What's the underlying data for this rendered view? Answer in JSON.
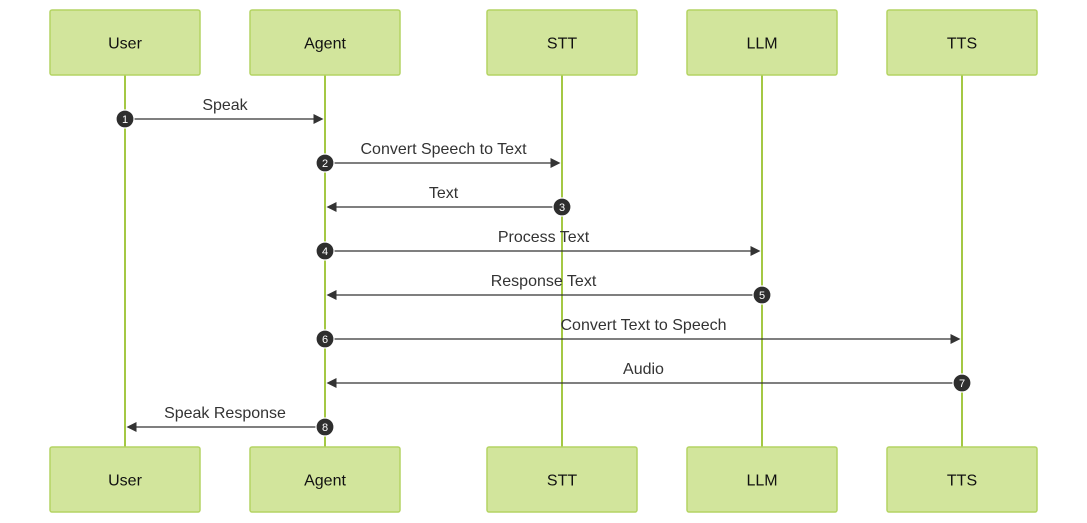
{
  "participants": [
    {
      "id": "user",
      "label": "User"
    },
    {
      "id": "agent",
      "label": "Agent"
    },
    {
      "id": "stt",
      "label": "STT"
    },
    {
      "id": "llm",
      "label": "LLM"
    },
    {
      "id": "tts",
      "label": "TTS"
    }
  ],
  "messages": [
    {
      "number": "1",
      "from": "user",
      "to": "agent",
      "label": "Speak"
    },
    {
      "number": "2",
      "from": "agent",
      "to": "stt",
      "label": "Convert Speech to Text"
    },
    {
      "number": "3",
      "from": "stt",
      "to": "agent",
      "label": "Text"
    },
    {
      "number": "4",
      "from": "agent",
      "to": "llm",
      "label": "Process Text"
    },
    {
      "number": "5",
      "from": "llm",
      "to": "agent",
      "label": "Response Text"
    },
    {
      "number": "6",
      "from": "agent",
      "to": "tts",
      "label": "Convert Text to Speech"
    },
    {
      "number": "7",
      "from": "tts",
      "to": "agent",
      "label": "Audio"
    },
    {
      "number": "8",
      "from": "agent",
      "to": "user",
      "label": "Speak Response"
    }
  ],
  "colors": {
    "actor_fill": "#d2e59c",
    "actor_border": "#b4d463",
    "lifeline": "#a4c844",
    "message": "#333333"
  }
}
